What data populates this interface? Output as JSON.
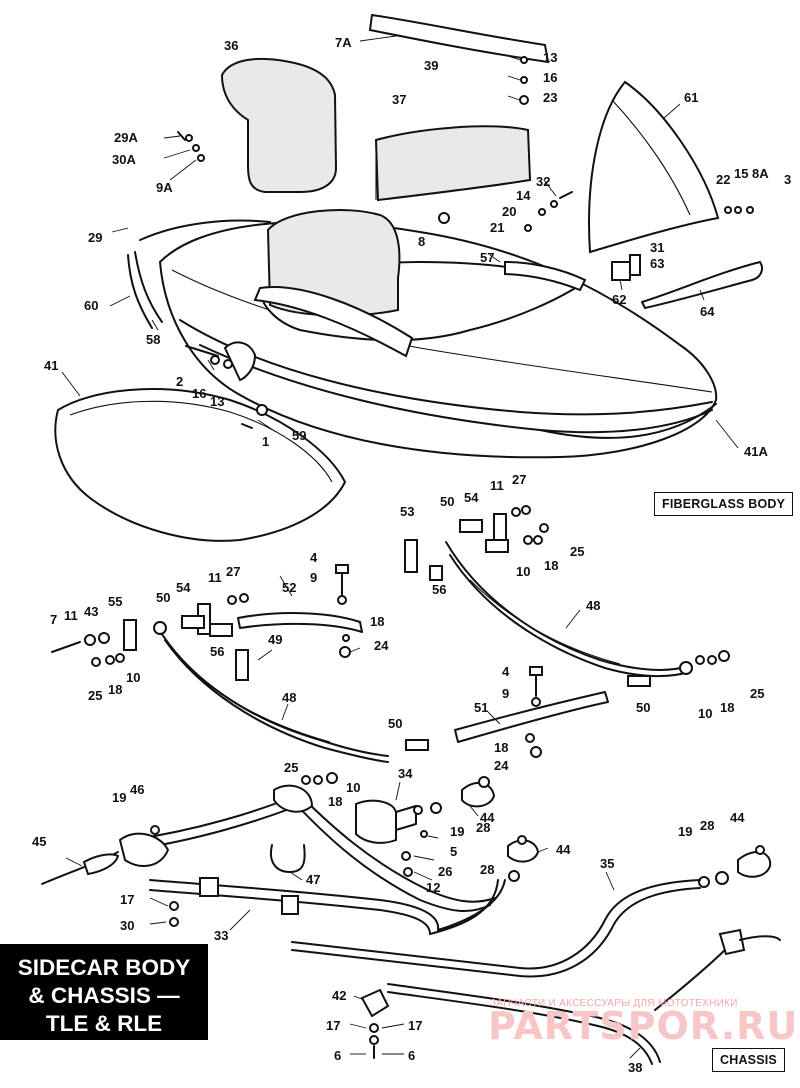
{
  "title_block": {
    "line1": "SIDECAR BODY",
    "line2": "& CHASSIS —",
    "line3": "TLE & RLE"
  },
  "sections": {
    "fiberglass_body": "FIBERGLASS BODY",
    "chassis": "CHASSIS"
  },
  "watermark": {
    "caption": "ЗАПЧАСТИ И АКСЕССУАРЫ ДЛЯ МОТОТЕХНИКИ",
    "site": "PARTSPOR.RU"
  },
  "callouts": [
    "7A",
    "39",
    "13",
    "16",
    "23",
    "36",
    "37",
    "61",
    "29A",
    "30A",
    "9A",
    "32",
    "14",
    "20",
    "21",
    "22",
    "15",
    "8A",
    "3",
    "29",
    "8",
    "57",
    "31",
    "63",
    "62",
    "64",
    "60",
    "58",
    "2",
    "16",
    "13",
    "41",
    "1",
    "59",
    "41A",
    "11",
    "27",
    "50",
    "54",
    "53",
    "25",
    "18",
    "10",
    "56",
    "4",
    "9",
    "48",
    "11",
    "27",
    "52",
    "50",
    "54",
    "55",
    "7",
    "11",
    "43",
    "18",
    "24",
    "56",
    "49",
    "25",
    "18",
    "10",
    "48",
    "4",
    "9",
    "51",
    "50",
    "10",
    "18",
    "25",
    "50",
    "18",
    "24",
    "25",
    "18",
    "10",
    "34",
    "19",
    "46",
    "44",
    "19",
    "28",
    "45",
    "5",
    "26",
    "12",
    "28",
    "44",
    "47",
    "35",
    "19",
    "28",
    "44",
    "17",
    "30",
    "33",
    "42",
    "17",
    "17",
    "6",
    "6",
    "38"
  ]
}
